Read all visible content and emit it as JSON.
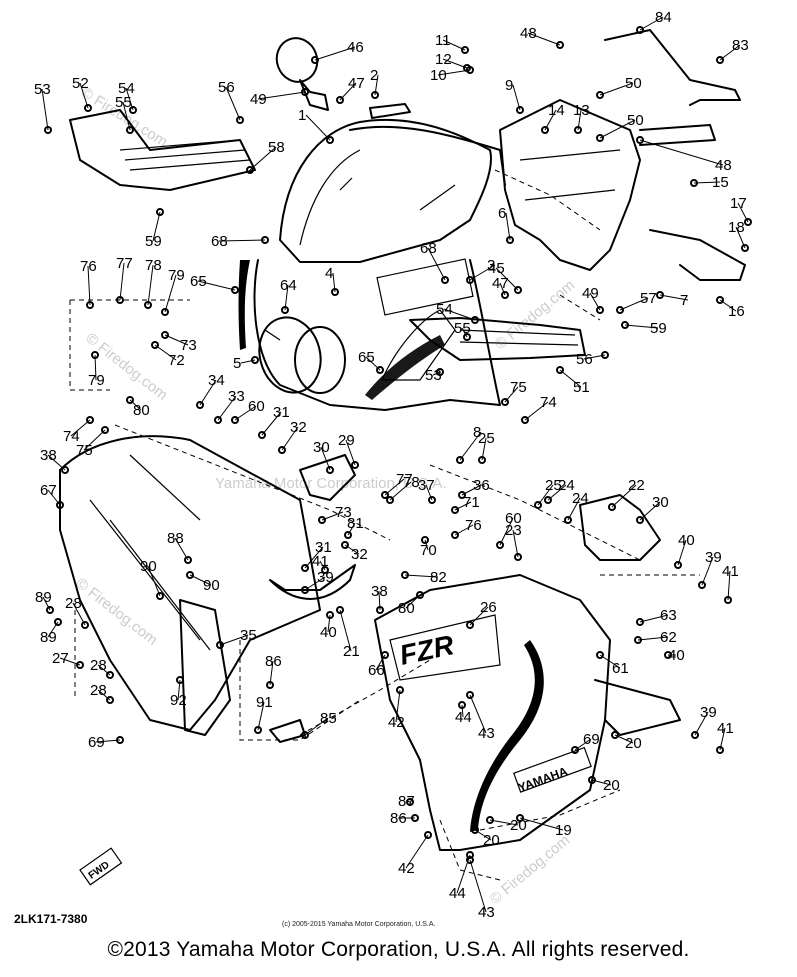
{
  "diagram": {
    "code": "2LK171-7380",
    "small_copyright": "(c) 2005-2015 Yamaha Motor Corporation, U.S.A.",
    "footer": "©2013 Yamaha Motor Corporation, U.S.A. All rights reserved.",
    "fwd_tag": "FWD",
    "decal_fzr": "FZR",
    "decal_yamaha": "YAMAHA",
    "watermarks": [
      "© Firedog.com",
      "© Firedog.com",
      "© Firedog.com",
      "© Firedog.com",
      "Yamaha Motor Corporation, U.S.A.",
      "© Firedog.com"
    ],
    "callouts": [
      "1",
      "2",
      "3",
      "4",
      "5",
      "6",
      "7",
      "8",
      "9",
      "10",
      "11",
      "12",
      "13",
      "14",
      "15",
      "16",
      "17",
      "18",
      "19",
      "20",
      "20",
      "20",
      "20",
      "21",
      "22",
      "23",
      "24",
      "24",
      "25",
      "25",
      "26",
      "27",
      "28",
      "28",
      "28",
      "29",
      "30",
      "30",
      "31",
      "31",
      "32",
      "32",
      "33",
      "34",
      "35",
      "36",
      "37",
      "38",
      "38",
      "39",
      "39",
      "39",
      "40",
      "40",
      "40",
      "41",
      "41",
      "41",
      "42",
      "42",
      "43",
      "43",
      "44",
      "44",
      "45",
      "46",
      "47",
      "47",
      "48",
      "48",
      "49",
      "49",
      "50",
      "50",
      "51",
      "52",
      "53",
      "53",
      "54",
      "54",
      "55",
      "55",
      "56",
      "56",
      "57",
      "58",
      "59",
      "59",
      "60",
      "60",
      "61",
      "62",
      "63",
      "64",
      "65",
      "65",
      "66",
      "67",
      "68",
      "68",
      "69",
      "69",
      "70",
      "71",
      "72",
      "73",
      "73",
      "74",
      "74",
      "75",
      "75",
      "76",
      "76",
      "77",
      "77",
      "78",
      "78",
      "79",
      "79",
      "80",
      "80",
      "81",
      "82",
      "83",
      "84",
      "85",
      "86",
      "86",
      "87",
      "88",
      "89",
      "89",
      "90",
      "90",
      "91",
      "92"
    ]
  }
}
